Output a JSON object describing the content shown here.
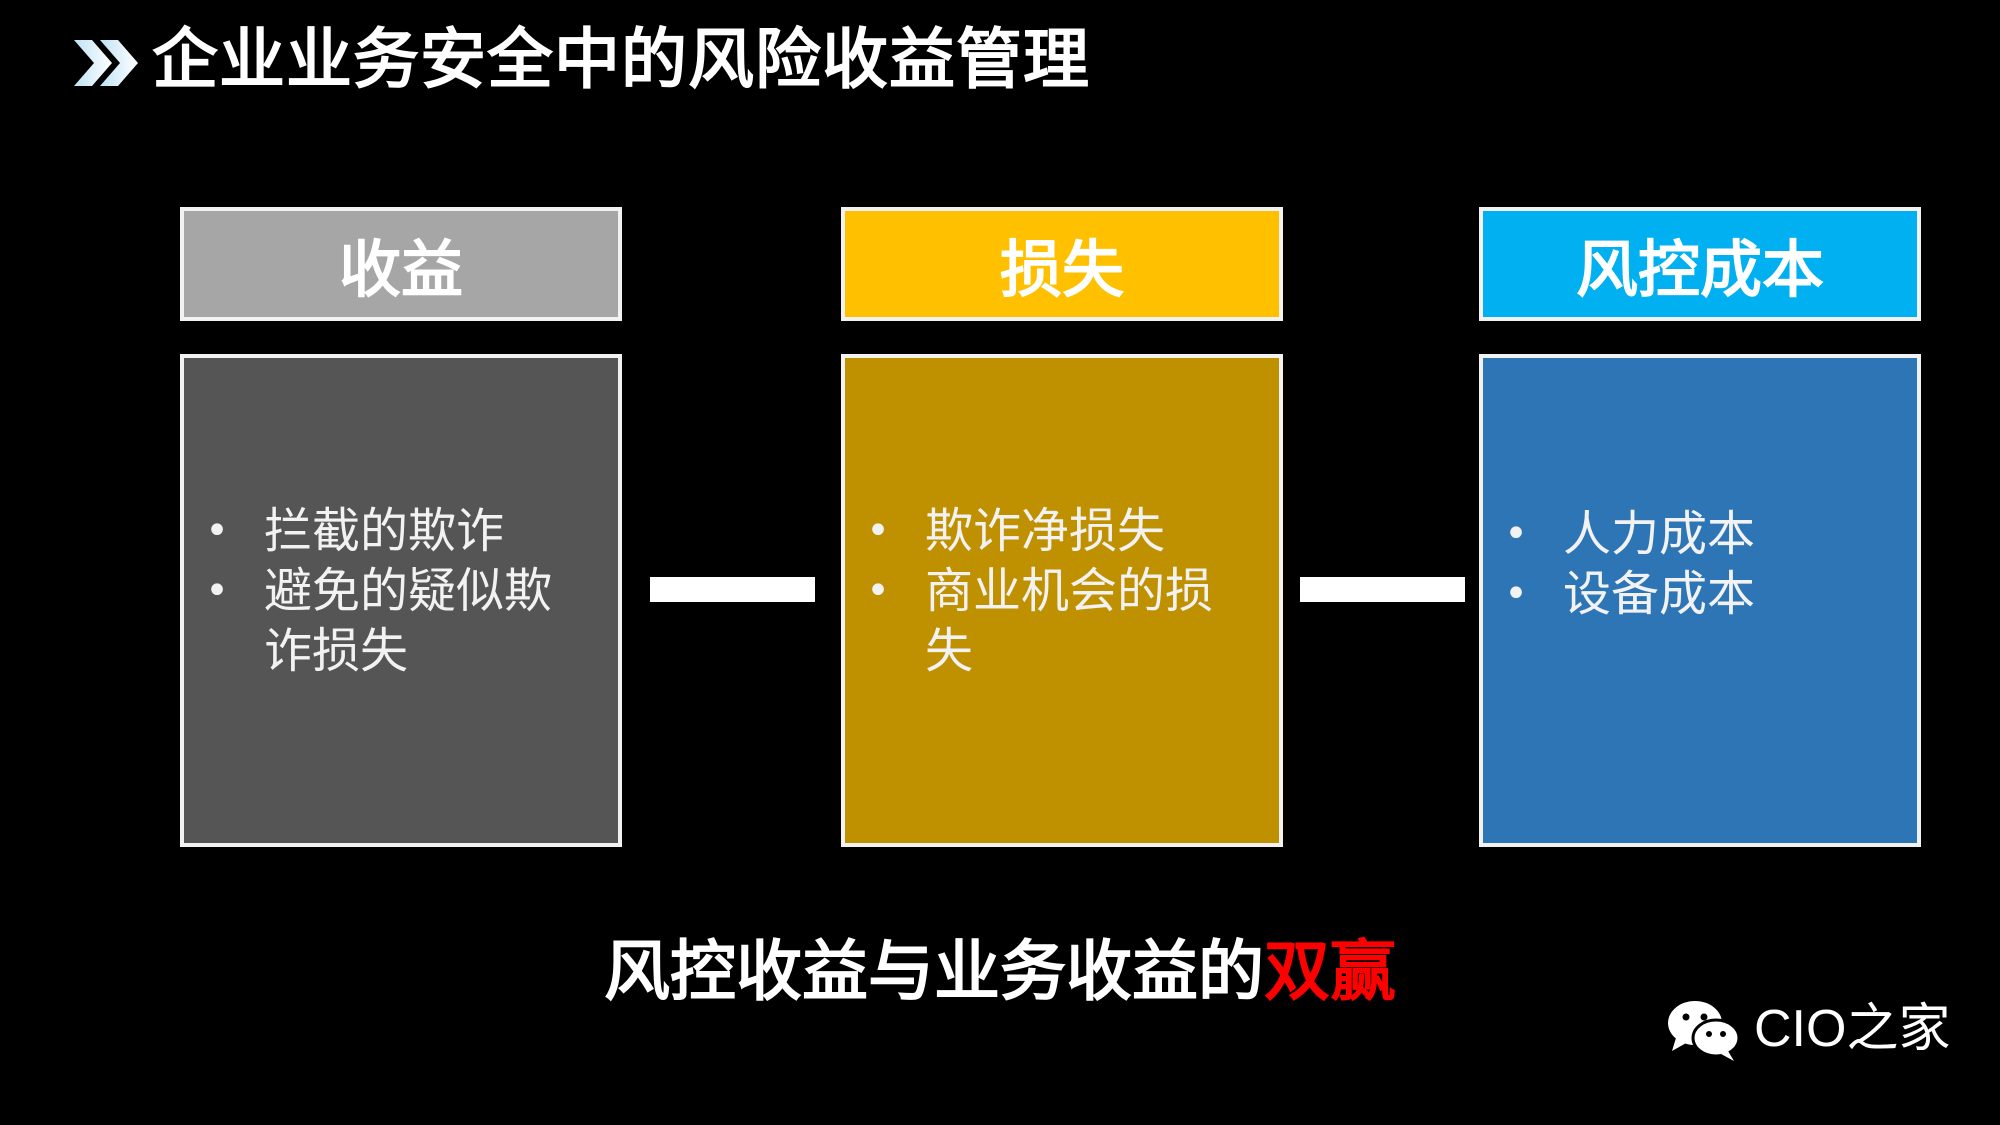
{
  "slide": {
    "background": "#000000",
    "title": "企业业务安全中的风险收益管理",
    "title_icon": "double-chevron-right-icon",
    "columns": [
      {
        "header": "收益",
        "header_color": "#a6a6a6",
        "body_color": "#555555",
        "items": [
          "拦截的欺诈",
          "避免的疑似欺诈损失"
        ]
      },
      {
        "header": "损失",
        "header_color": "#ffc000",
        "body_color": "#bf9000",
        "items": [
          "欺诈净损失",
          "商业机会的损失"
        ]
      },
      {
        "header": "风控成本",
        "header_color": "#00b0f0",
        "body_color": "#2e75b6",
        "items": [
          "人力成本",
          "设备成本"
        ]
      }
    ],
    "bullet_symbol": "•",
    "bottom_text": {
      "main": "风控收益与业务收益的",
      "accent": "双赢",
      "accent_color": "#ff0000"
    },
    "watermark": {
      "icon": "wechat-icon",
      "text": "CIO之家"
    }
  }
}
